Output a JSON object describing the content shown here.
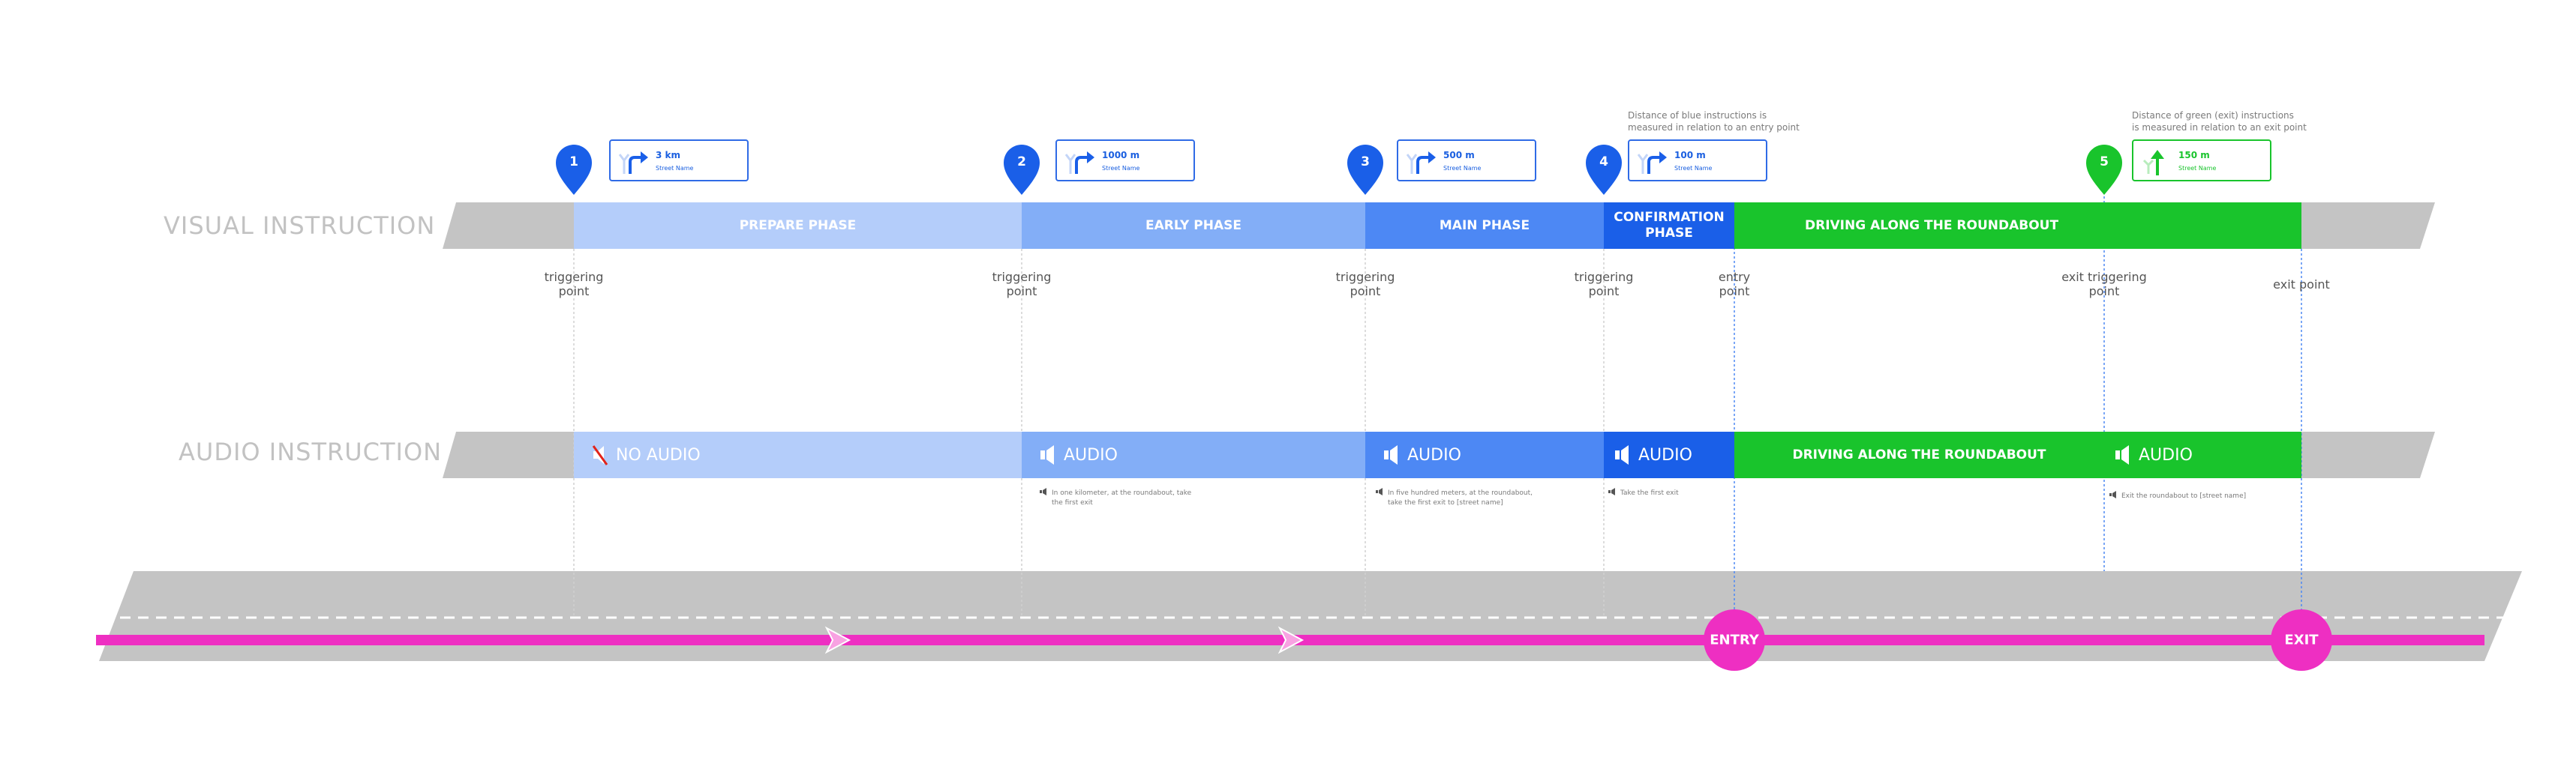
{
  "rows": {
    "visual_label": "VISUAL INSTRUCTION",
    "audio_label": "AUDIO INSTRUCTION"
  },
  "visual_phases": [
    {
      "label": "PREPARE PHASE",
      "color": "#b4cdfa"
    },
    {
      "label": "EARLY PHASE",
      "color": "#83aef7"
    },
    {
      "label": "MAIN PHASE",
      "color": "#4d88f4"
    },
    {
      "label": "CONFIRMATION PHASE",
      "color": "#1a5fe8"
    },
    {
      "label": "DRIVING ALONG THE ROUNDABOUT",
      "color": "#19c42c"
    }
  ],
  "audio_phases": [
    {
      "label": "NO AUDIO",
      "color": "#b4cdfa"
    },
    {
      "label": "AUDIO",
      "color": "#83aef7"
    },
    {
      "label": "AUDIO",
      "color": "#4d88f4"
    },
    {
      "label": "AUDIO",
      "color": "#1a5fe8"
    },
    {
      "label": "DRIVING ALONG THE ROUNDABOUT",
      "color": "#19c42c"
    },
    {
      "label": "AUDIO",
      "color": "#19c42c"
    }
  ],
  "point_labels": {
    "p1": "triggering point",
    "p2": "triggering point",
    "p3": "triggering point",
    "p4": "triggering point",
    "entry": "entry point",
    "exit_trigger": "exit triggering point",
    "exit": "exit point"
  },
  "pins": [
    "1",
    "2",
    "3",
    "4",
    "5"
  ],
  "signs": [
    {
      "distance": "3 km",
      "street": "Street Name",
      "icon": "turn-right-arrow-icon"
    },
    {
      "distance": "1000 m",
      "street": "Street Name",
      "icon": "turn-right-arrow-icon"
    },
    {
      "distance": "500 m",
      "street": "Street Name",
      "icon": "turn-right-arrow-icon"
    },
    {
      "distance": "100 m",
      "street": "Street Name",
      "icon": "turn-right-arrow-icon"
    },
    {
      "distance": "150 m",
      "street": "Street Name",
      "icon": "straight-arrow-icon"
    }
  ],
  "notes": {
    "blue_line1": "Distance of blue instructions  is",
    "blue_line2": "measured in relation to an entry point",
    "green_line1": "Distance of green (exit) instructions",
    "green_line2": "is measured in relation to an exit point"
  },
  "audio_texts": {
    "a2_line1": "In one kilometer, at the roundabout, take",
    "a2_line2": "the first exit",
    "a3_line1": "In five hundred meters, at the roundabout,",
    "a3_line2": "take the first exit to [street name]",
    "a4": "Take the first exit",
    "a5": "Exit the roundabout to [street name]"
  },
  "road": {
    "entry_label": "ENTRY",
    "exit_label": "EXIT",
    "route_color": "#ee2fc2"
  },
  "colors": {
    "gray_band": "#c4c4c4",
    "pin_blue": "#1a5fe8",
    "pin_green": "#19c42c",
    "guide_gray": "#d0d0d0",
    "guide_blue": "#4d88f4"
  }
}
